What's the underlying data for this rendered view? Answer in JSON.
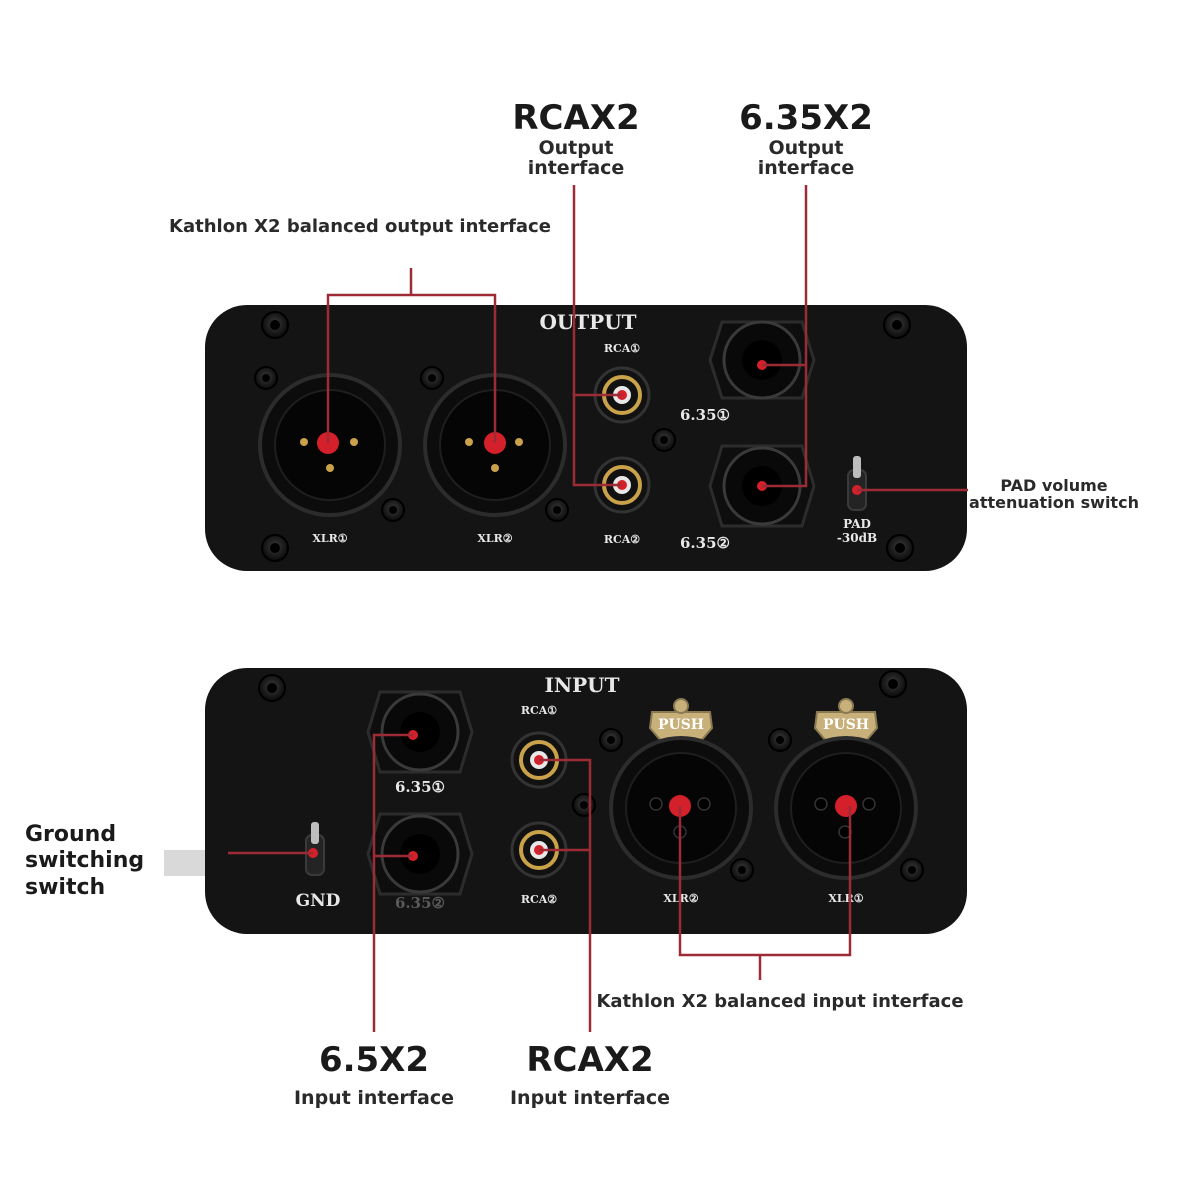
{
  "colors": {
    "panel": "#141414",
    "leader": "#9c2b35",
    "dot": "#d4202a",
    "gold": "#c9a24a",
    "silk": "#e8e8e8"
  },
  "labels": {
    "rca_out_title": "RCAX2",
    "rca_out_sub": "Output interface",
    "j635_out_title": "6.35X2",
    "j635_out_sub": "Output interface",
    "xlr_out": "Kathlon X2 balanced output interface",
    "pad": "PAD volume attenuation switch",
    "gnd": "Ground switching switch",
    "xlr_in": "Kathlon X2 balanced input interface",
    "j65_in_title": "6.5X2",
    "j65_in_sub": "Input interface",
    "rca_in_title": "RCAX2",
    "rca_in_sub": "Input interface"
  },
  "output_panel": {
    "title": "OUTPUT",
    "rca1": "RCA①",
    "rca2": "RCA②",
    "j1": "6.35①",
    "j2": "6.35②",
    "xlr1": "XLR①",
    "xlr2": "XLR②",
    "pad": "PAD",
    "pad_db": "-30dB"
  },
  "input_panel": {
    "title": "INPUT",
    "rca1": "RCA①",
    "rca2": "RCA②",
    "j1": "6.35①",
    "j2": "6.35②",
    "xlr1": "XLR①",
    "xlr2": "XLR②",
    "gnd": "GND",
    "push": "PUSH"
  }
}
